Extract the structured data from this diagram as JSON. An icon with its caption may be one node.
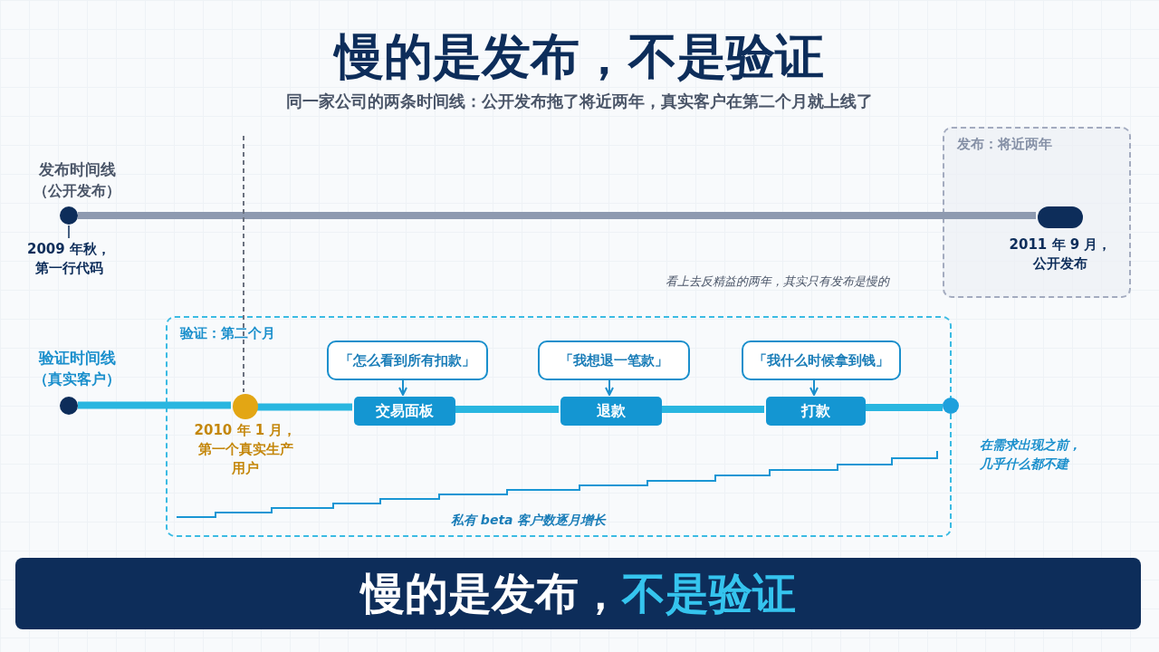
{
  "diagram": {
    "title": "慢的是发布，不是验证",
    "nodes": [
      {
        "text": [
          "发布：将近两年"
        ]
      },
      {
        "text": [],
        "shape": "circle",
        "beside": [
          "发布时间线",
          "（公开发布）",
          "2009 年秋，第一行代码"
        ]
      },
      {
        "text": [],
        "shape": "box",
        "in": 0,
        "beside": [
          "2011 年 9 月，公开发布"
        ]
      },
      {
        "text": [
          "验证：第二个月"
        ]
      },
      {
        "text": [],
        "shape": "circle",
        "beside": [
          "验证时间线",
          "（真实客户）"
        ]
      },
      {
        "text": [],
        "shape": "circle",
        "in": 3,
        "beside": [
          "2010 年 1 月，第一个真实生产用户"
        ]
      },
      {
        "text": [
          "「怎么看到所有扣款」"
        ],
        "in": 3
      },
      {
        "text": [
          "交易面板"
        ],
        "in": 3
      },
      {
        "text": [
          "「我想退一笔款」"
        ],
        "in": 3
      },
      {
        "text": [
          "退款"
        ],
        "in": 3
      },
      {
        "text": [
          "「我什么时候拿到钱」"
        ],
        "in": 3
      },
      {
        "text": [
          "打款"
        ],
        "in": 3
      },
      {
        "text": [],
        "shape": "circle",
        "beside": [
          "在需求出现之前，几乎什么都不建"
        ]
      },
      {
        "text": [
          "慢的是发布，",
          "不是验证"
        ]
      }
    ],
    "edges": [
      {
        "from": 1,
        "to": 2,
        "arrow": "none",
        "color": "#8e9ab0"
      },
      {
        "from": null,
        "to": 5,
        "arrow": "none",
        "style": "dashed",
        "color": "#6b7280"
      },
      {
        "from": 4,
        "to": 5,
        "arrow": "none"
      },
      {
        "from": 5,
        "to": 7,
        "arrow": "none"
      },
      {
        "from": 7,
        "to": 9,
        "arrow": "none"
      },
      {
        "from": 9,
        "to": 11,
        "arrow": "none"
      },
      {
        "from": 11,
        "to": 12,
        "arrow": "none"
      },
      {
        "from": 6,
        "to": 7,
        "arrow": "to"
      },
      {
        "from": 8,
        "to": 9,
        "arrow": "to"
      },
      {
        "from": 10,
        "to": 11,
        "arrow": "to"
      }
    ],
    "labels": [
      "同一家公司的两条时间线：公开发布拖了将近两年，真实客户在第二个月就上线了",
      "看上去反精益的两年，其实只有发布是慢的",
      "私有 beta 客户数逐月增长"
    ]
  }
}
